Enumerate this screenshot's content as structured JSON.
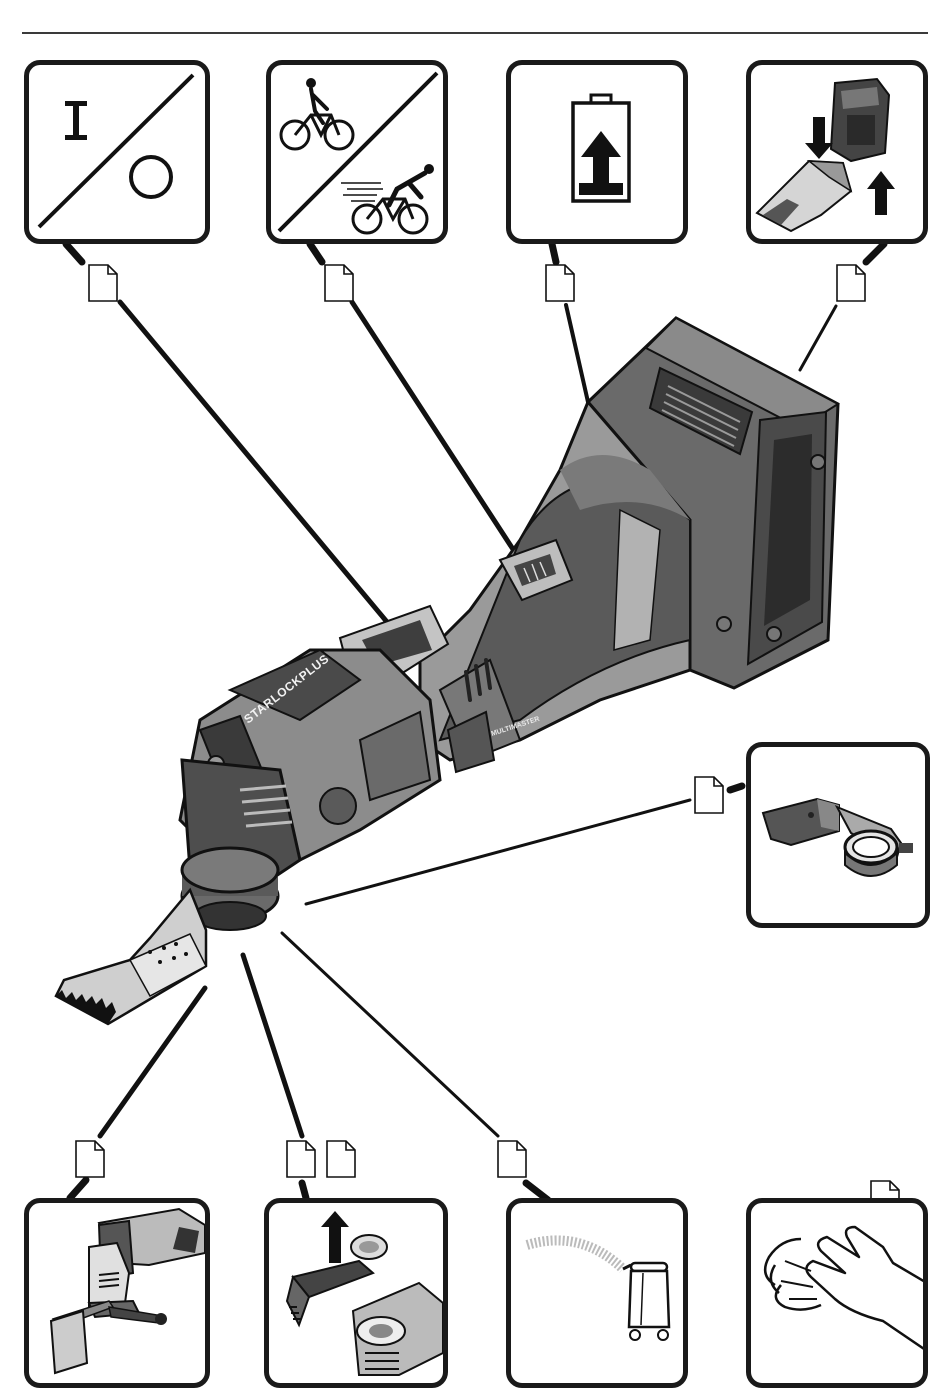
{
  "document": {
    "type": "instruction-manual-illustration-page",
    "tool_labels": {
      "brand_badge": "STARLOCKPLUS",
      "model_badge": "MULTIMASTER"
    },
    "top_panels": [
      {
        "id": "on-off",
        "icon": "on-off-switch-icon",
        "symbols": [
          "I",
          "O"
        ]
      },
      {
        "id": "speed",
        "icon": "bicycle-speed-icon"
      },
      {
        "id": "battery-charge",
        "icon": "battery-charge-icon"
      },
      {
        "id": "battery-insert",
        "icon": "battery-insert-icon"
      }
    ],
    "side_panels": [
      {
        "id": "dust-extraction-adapter",
        "icon": "extraction-adapter-icon"
      }
    ],
    "bottom_panels": [
      {
        "id": "depth-stop",
        "icon": "depth-stop-icon"
      },
      {
        "id": "tool-change",
        "icon": "tool-change-icon"
      },
      {
        "id": "dust-extraction",
        "icon": "vacuum-cleaner-icon"
      },
      {
        "id": "hand-vibration",
        "icon": "hand-icon"
      }
    ],
    "page_icons": [
      "page-icon"
    ]
  }
}
